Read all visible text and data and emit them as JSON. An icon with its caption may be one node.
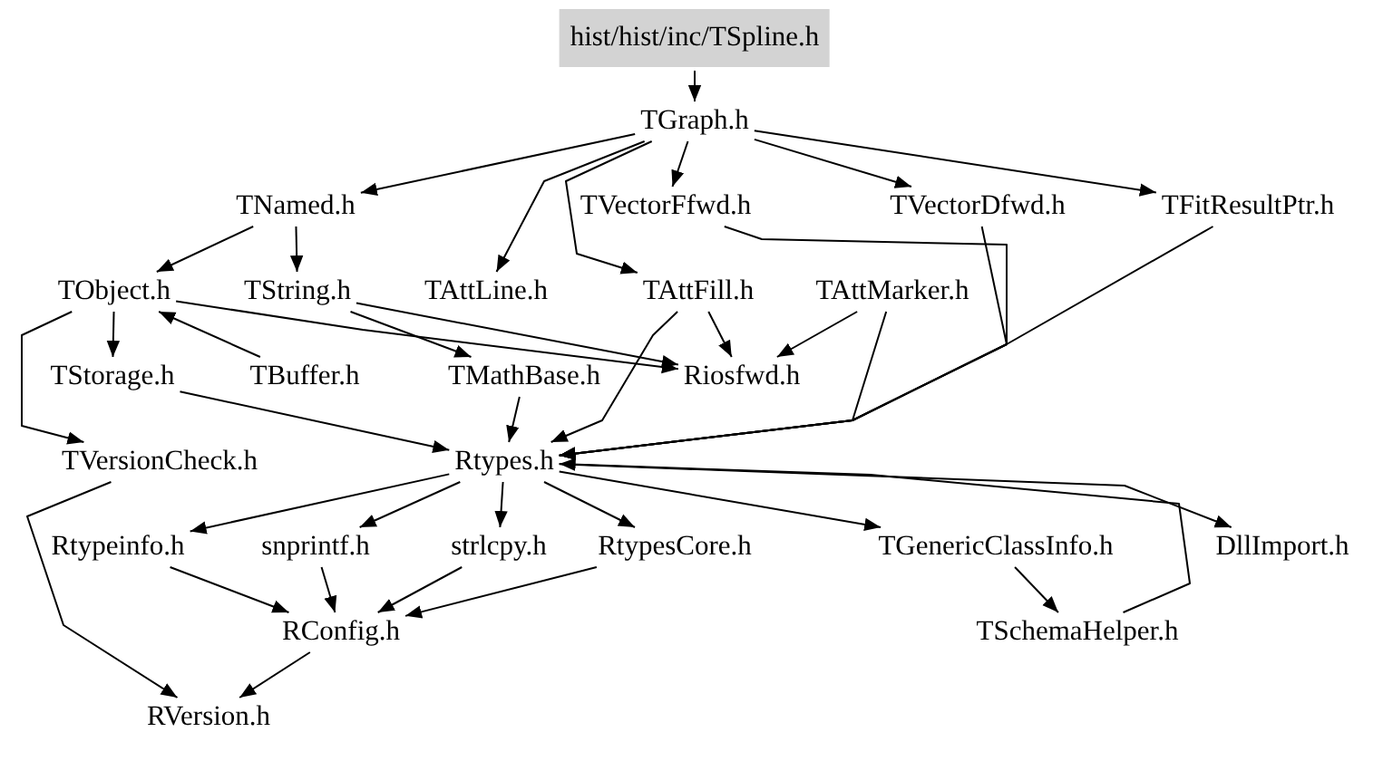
{
  "diagram": {
    "nodes": [
      {
        "text": [
          "hist/hist/inc/TSpline.h"
        ]
      },
      {
        "text": [
          "TGraph.h"
        ]
      },
      {
        "text": [
          "TNamed.h"
        ]
      },
      {
        "text": [
          "TVectorFfwd.h"
        ]
      },
      {
        "text": [
          "TVectorDfwd.h"
        ]
      },
      {
        "text": [
          "TFitResultPtr.h"
        ]
      },
      {
        "text": [
          "TObject.h"
        ]
      },
      {
        "text": [
          "TString.h"
        ]
      },
      {
        "text": [
          "TAttLine.h"
        ]
      },
      {
        "text": [
          "TAttFill.h"
        ]
      },
      {
        "text": [
          "TAttMarker.h"
        ]
      },
      {
        "text": [
          "TStorage.h"
        ]
      },
      {
        "text": [
          "TBuffer.h"
        ]
      },
      {
        "text": [
          "TMathBase.h"
        ]
      },
      {
        "text": [
          "Riosfwd.h"
        ]
      },
      {
        "text": [
          "TVersionCheck.h"
        ]
      },
      {
        "text": [
          "Rtypes.h"
        ]
      },
      {
        "text": [
          "Rtypeinfo.h"
        ]
      },
      {
        "text": [
          "snprintf.h"
        ]
      },
      {
        "text": [
          "strlcpy.h"
        ]
      },
      {
        "text": [
          "RtypesCore.h"
        ]
      },
      {
        "text": [
          "TGenericClassInfo.h"
        ]
      },
      {
        "text": [
          "DllImport.h"
        ]
      },
      {
        "text": [
          "RConfig.h"
        ]
      },
      {
        "text": [
          "TSchemaHelper.h"
        ]
      },
      {
        "text": [
          "RVersion.h"
        ]
      }
    ],
    "edges": [
      {
        "from": 0,
        "to": 1,
        "arrow": "to"
      },
      {
        "from": 1,
        "to": 2,
        "arrow": "to"
      },
      {
        "from": 1,
        "to": 3,
        "arrow": "to"
      },
      {
        "from": 1,
        "to": 4,
        "arrow": "to"
      },
      {
        "from": 1,
        "to": 5,
        "arrow": "to"
      },
      {
        "from": 1,
        "to": 8,
        "arrow": "to"
      },
      {
        "from": 1,
        "to": 9,
        "arrow": "to"
      },
      {
        "from": 2,
        "to": 6,
        "arrow": "to"
      },
      {
        "from": 2,
        "to": 7,
        "arrow": "to"
      },
      {
        "from": 6,
        "to": 11,
        "arrow": "to"
      },
      {
        "from": 6,
        "to": 15,
        "arrow": "to"
      },
      {
        "from": 6,
        "to": 14,
        "arrow": "to"
      },
      {
        "from": 12,
        "to": 6,
        "arrow": "to"
      },
      {
        "from": 7,
        "to": 13,
        "arrow": "to"
      },
      {
        "from": 7,
        "to": 14,
        "arrow": "to"
      },
      {
        "from": 9,
        "to": 14,
        "arrow": "to"
      },
      {
        "from": 10,
        "to": 14,
        "arrow": "to"
      },
      {
        "from": 3,
        "to": 16,
        "arrow": "to"
      },
      {
        "from": 4,
        "to": 16,
        "arrow": "to"
      },
      {
        "from": 5,
        "to": 16,
        "arrow": "to"
      },
      {
        "from": 10,
        "to": 16,
        "arrow": "to"
      },
      {
        "from": 9,
        "to": 16,
        "arrow": "to"
      },
      {
        "from": 13,
        "to": 16,
        "arrow": "to"
      },
      {
        "from": 11,
        "to": 16,
        "arrow": "to"
      },
      {
        "from": 15,
        "to": 25,
        "arrow": "to"
      },
      {
        "from": 16,
        "to": 17,
        "arrow": "to"
      },
      {
        "from": 16,
        "to": 18,
        "arrow": "to"
      },
      {
        "from": 16,
        "to": 19,
        "arrow": "to"
      },
      {
        "from": 16,
        "to": 20,
        "arrow": "to"
      },
      {
        "from": 16,
        "to": 21,
        "arrow": "to"
      },
      {
        "from": 16,
        "to": 22,
        "arrow": "to"
      },
      {
        "from": 17,
        "to": 23,
        "arrow": "to"
      },
      {
        "from": 18,
        "to": 23,
        "arrow": "to"
      },
      {
        "from": 19,
        "to": 23,
        "arrow": "to"
      },
      {
        "from": 20,
        "to": 23,
        "arrow": "to"
      },
      {
        "from": 23,
        "to": 25,
        "arrow": "to"
      },
      {
        "from": 21,
        "to": 24,
        "arrow": "to"
      },
      {
        "from": 24,
        "to": 16,
        "arrow": "to"
      }
    ]
  }
}
